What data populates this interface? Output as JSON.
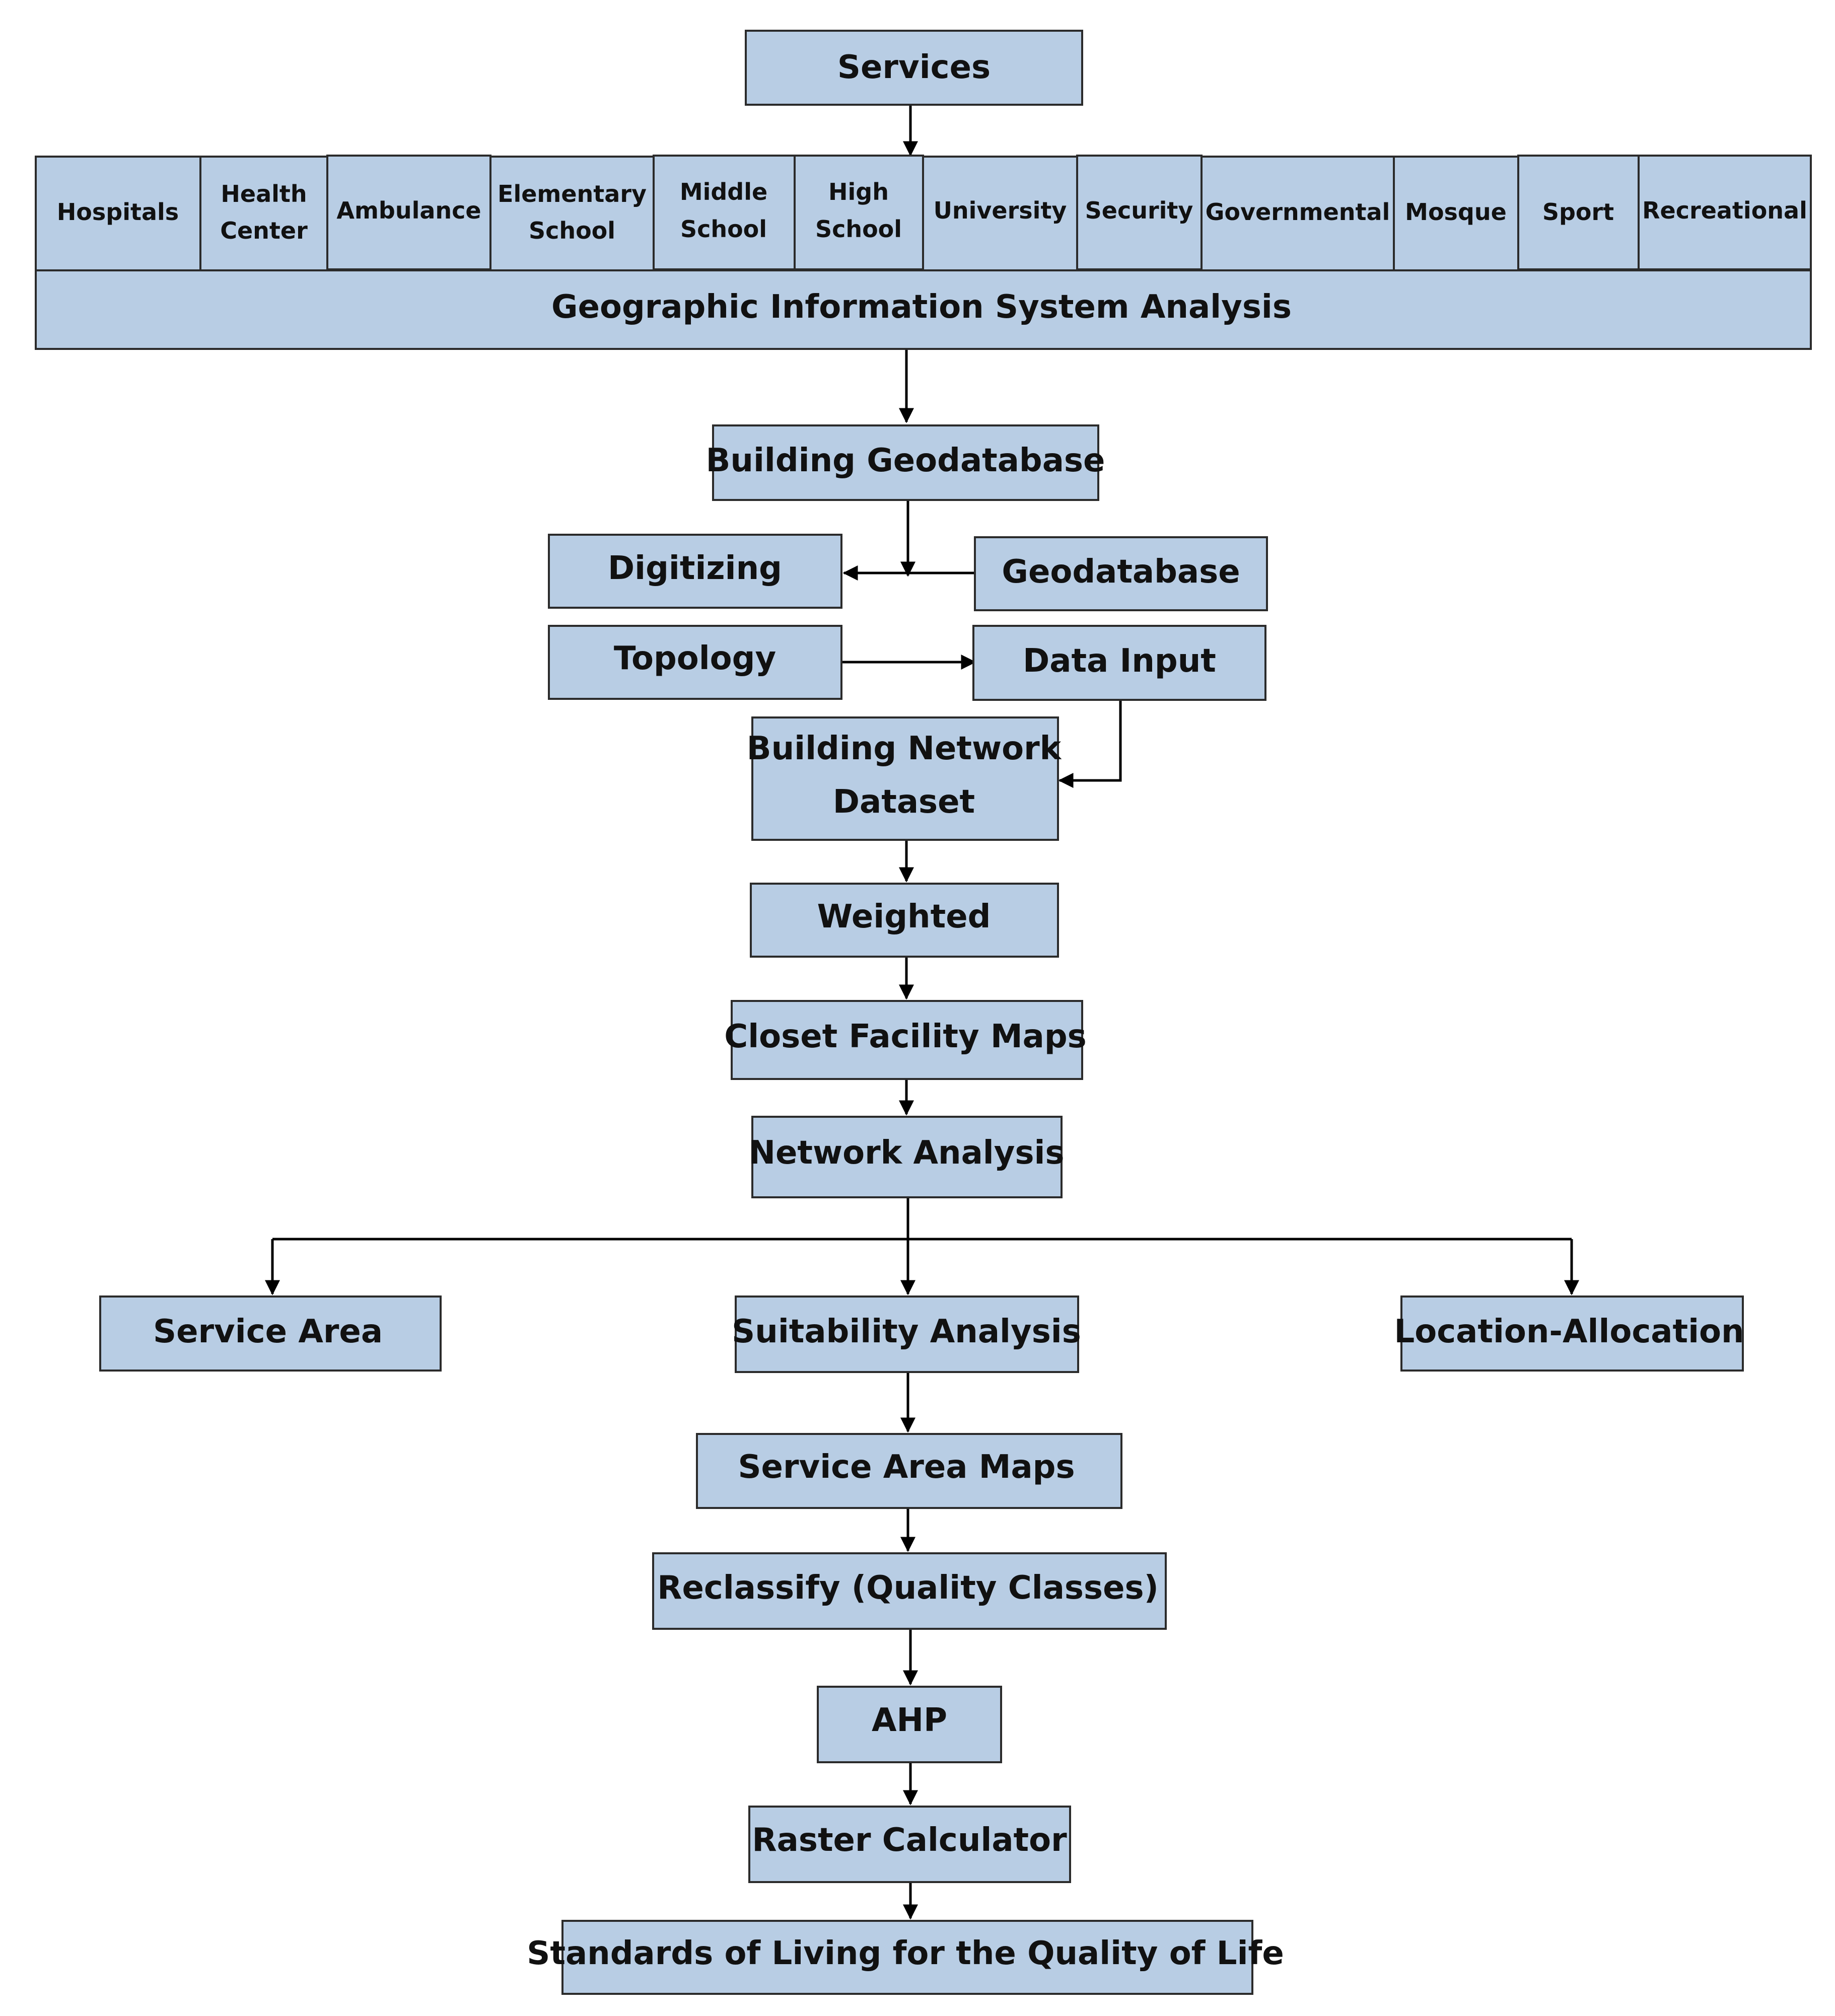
{
  "top": {
    "services": "Services"
  },
  "service_types": [
    [
      "Hospitals"
    ],
    [
      "Health",
      "Center"
    ],
    [
      "Ambulance"
    ],
    [
      "Elementary",
      "School"
    ],
    [
      "Middle",
      "School"
    ],
    [
      "High",
      "School"
    ],
    [
      "University"
    ],
    [
      "Security"
    ],
    [
      "Governmental"
    ],
    [
      "Mosque"
    ],
    [
      "Sport"
    ],
    [
      "Recreational"
    ]
  ],
  "gis": "Geographic Information System Analysis",
  "geodb": {
    "building": "Building Geodatabase",
    "digitizing": "Digitizing",
    "geodatabase": "Geodatabase",
    "topology": "Topology",
    "data_input": "Data Input"
  },
  "network": {
    "building_network": [
      "Building Network",
      "Dataset"
    ],
    "weighted": "Weighted",
    "closest_facility": "Closet Facility Maps",
    "network_analysis": "Network Analysis"
  },
  "branches": {
    "service_area": "Service Area",
    "suitability": "Suitability Analysis",
    "location_allocation": "Location-Allocation"
  },
  "chain": {
    "service_area_maps": "Service Area Maps",
    "reclassify": "Reclassify (Quality Classes)",
    "ahp": "AHP",
    "raster_calculator": "Raster Calculator",
    "standards": "Standards of Living for the Quality of Life"
  }
}
